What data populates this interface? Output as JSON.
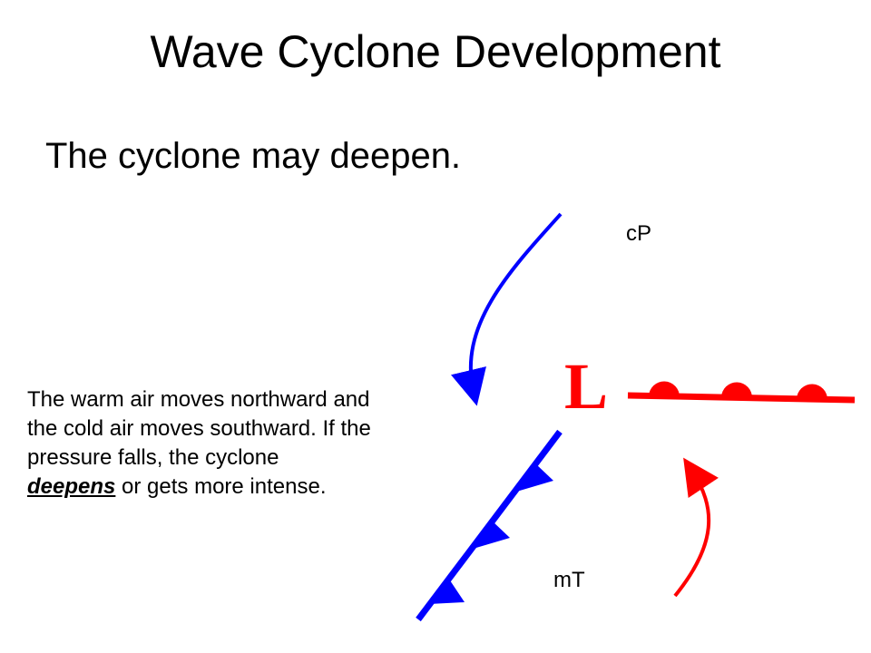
{
  "slide": {
    "title": "Wave Cyclone Development",
    "subtitle": "The cyclone may deepen.",
    "description": {
      "part1": "The warm air moves northward and the cold air moves southward.  If the pressure falls, the cyclone ",
      "emphasis": "deepens",
      "part2": " or gets more intense."
    }
  },
  "diagram": {
    "low_label": "L",
    "cold_air_label": "cP",
    "warm_air_label": "mT",
    "colors": {
      "cold": "#0000ff",
      "warm": "#ff0000",
      "low": "#ff0000"
    },
    "cold_front": {
      "triangle_count": 3
    },
    "warm_front": {
      "semicircle_count": 3
    },
    "arrows": [
      "cold-air-arrow",
      "warm-air-arrow"
    ]
  }
}
